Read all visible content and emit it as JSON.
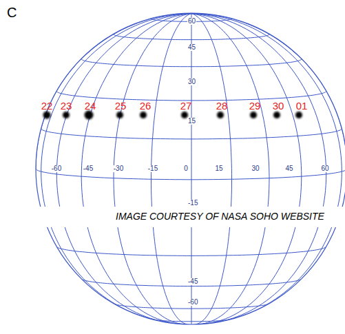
{
  "diagram": {
    "labels": [
      "C",
      "60",
      "45",
      "30",
      "15",
      "-60",
      "-45",
      "-30",
      "-15",
      "0",
      "15",
      "30",
      "45",
      "60",
      "-15",
      "-45",
      "-60",
      "22",
      "23",
      "24",
      "25",
      "26",
      "27",
      "28",
      "29",
      "30",
      "01",
      "IMAGE COURTESY OF NASA SOHO WEBSITE"
    ]
  }
}
